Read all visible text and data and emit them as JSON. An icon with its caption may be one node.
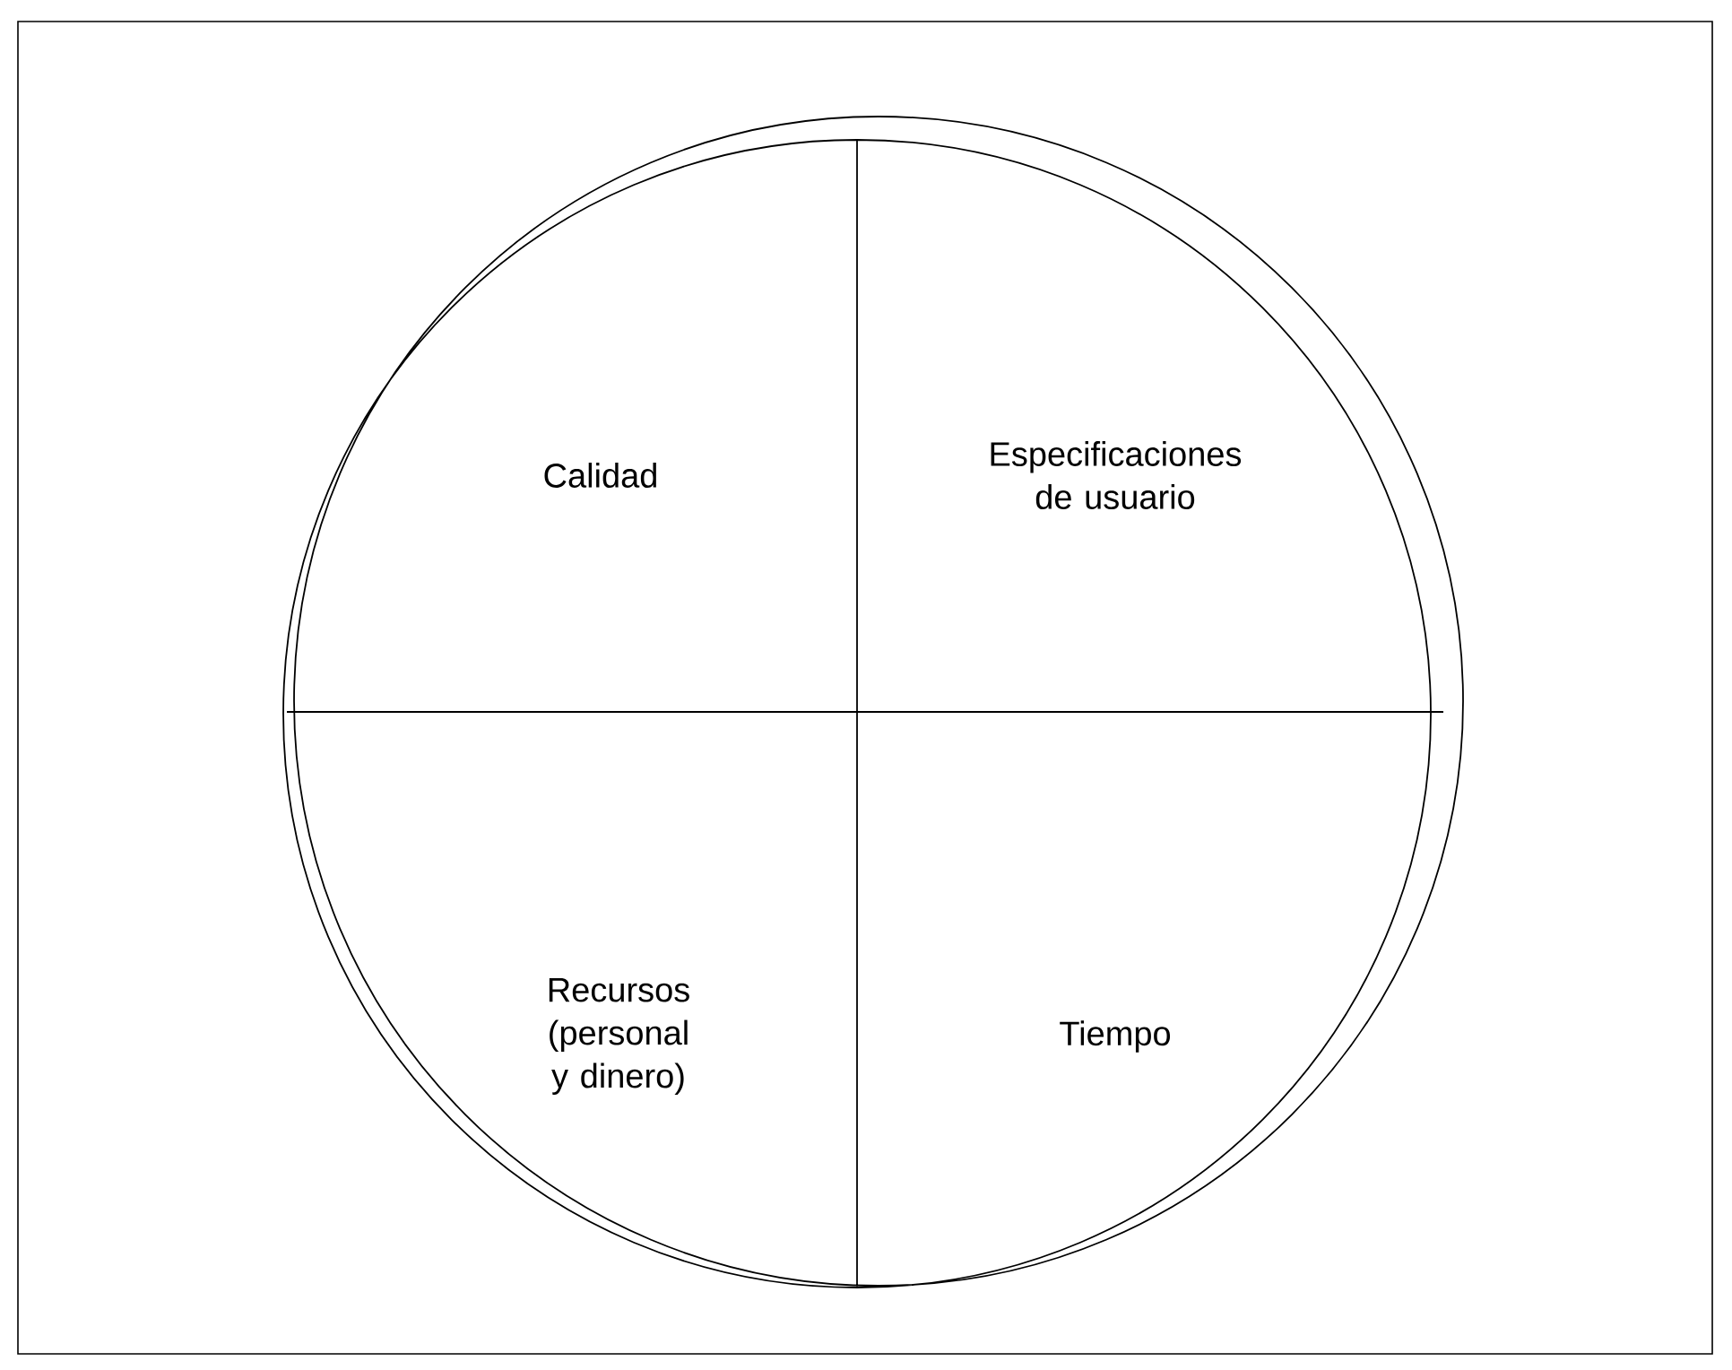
{
  "diagram": {
    "nodes": [
      {
        "text": [
          "Calidad"
        ]
      },
      {
        "text": [
          "Especificaciones de usuario"
        ]
      },
      {
        "text": [
          "Recursos (personal y dinero)"
        ]
      },
      {
        "text": [
          "Tiempo"
        ]
      }
    ]
  }
}
